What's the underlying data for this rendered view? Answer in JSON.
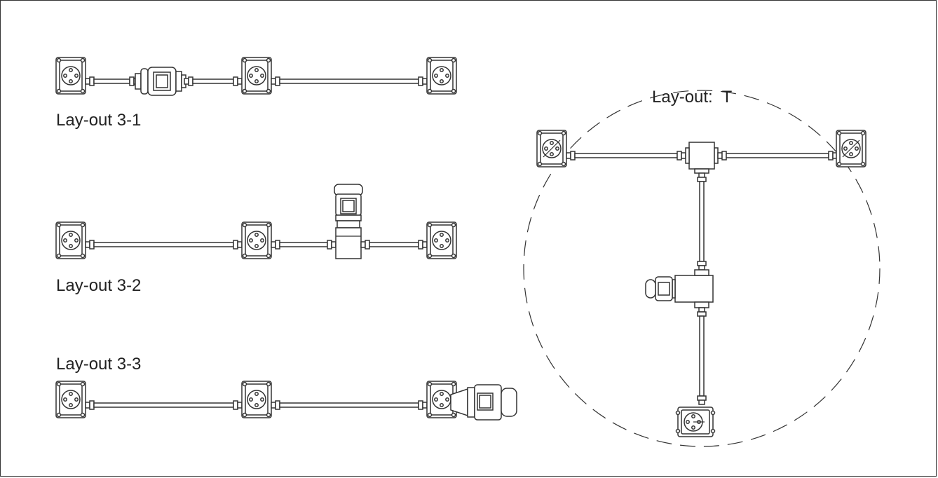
{
  "labels": {
    "layout_3_1": "Lay-out 3-1",
    "layout_3_2": "Lay-out 3-2",
    "layout_3_3": "Lay-out 3-3",
    "layout_t": "Lay-out:  T"
  },
  "colors": {
    "line": "#333333",
    "background": "#ffffff"
  }
}
